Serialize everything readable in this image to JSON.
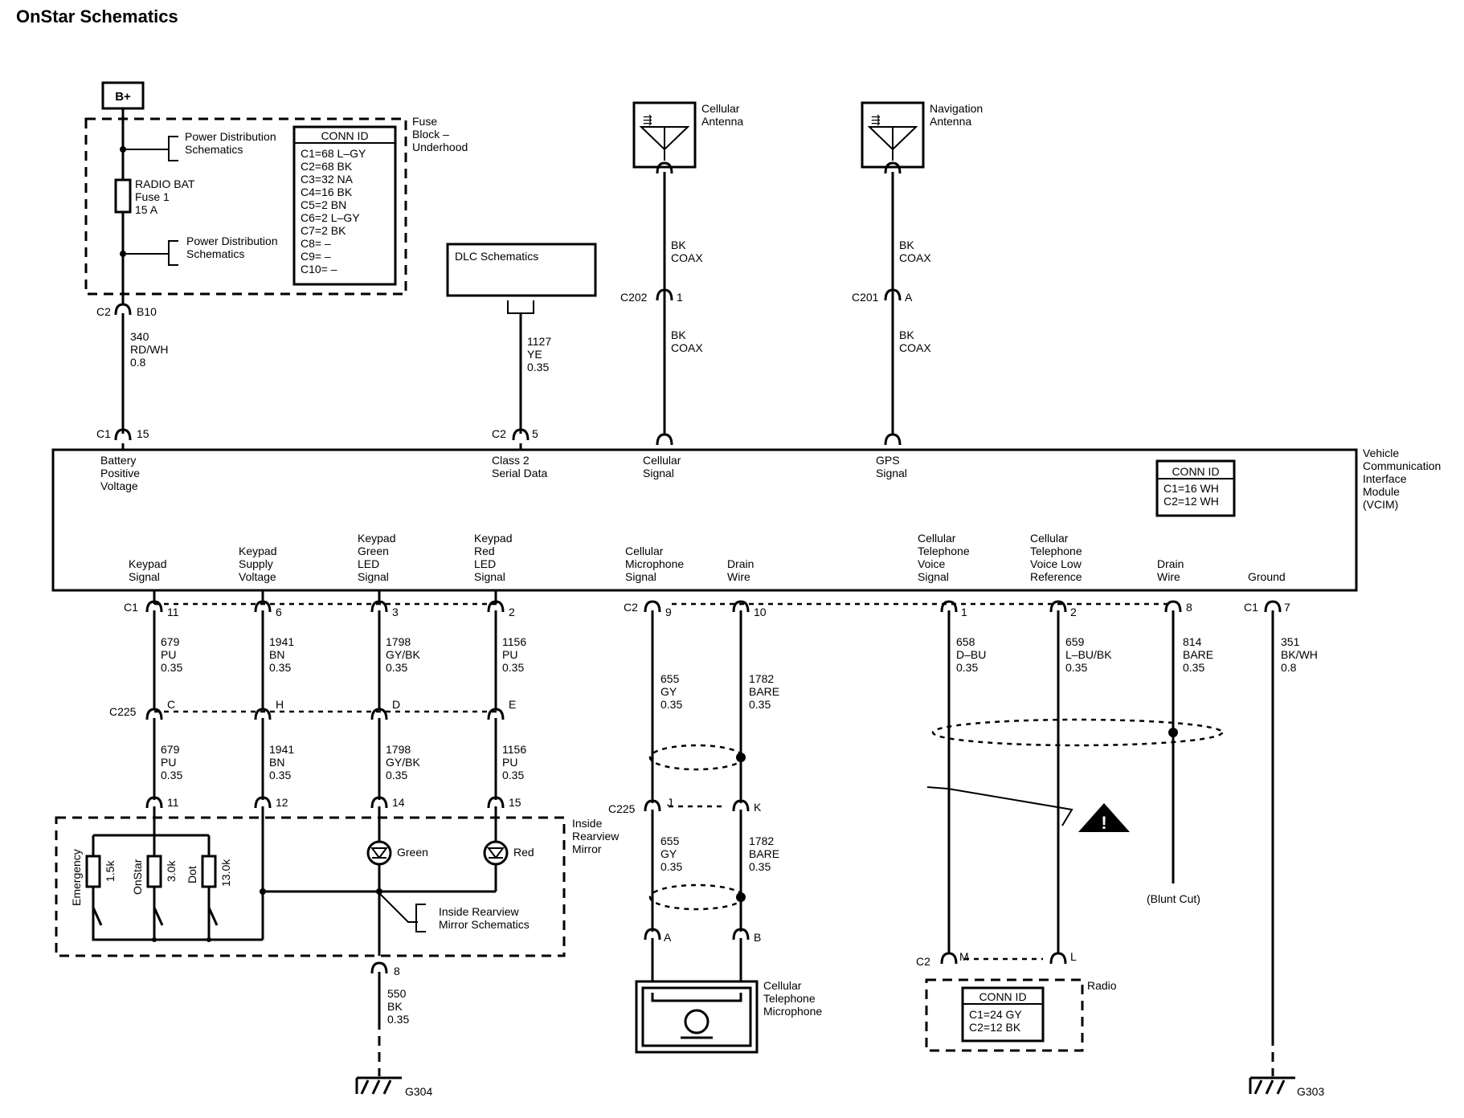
{
  "title": "OnStar Schematics",
  "power": {
    "bplus": "B+",
    "fuse_block": [
      "Fuse",
      "Block –",
      "Underhood"
    ],
    "power_dist_1": [
      "Power Distribution",
      "Schematics"
    ],
    "power_dist_2": [
      "Power Distribution",
      "Schematics"
    ],
    "fuse": [
      "RADIO BAT",
      "Fuse 1",
      "15 A"
    ],
    "conn_id_title": "CONN ID",
    "conn_id": [
      "C1=68 L–GY",
      "C2=68 BK",
      "C3=32 NA",
      "C4=16 BK",
      "C5=2 BN",
      "C6=2 L–GY",
      "C7=2 BK",
      "C8= –",
      "C9= –",
      "C10= –"
    ],
    "c2_conn": "C2",
    "c2_pin": "B10",
    "wire": [
      "340",
      "RD/WH",
      "0.8"
    ]
  },
  "dlc": {
    "label": "DLC Schematics",
    "wire": [
      "1127",
      "YE",
      "0.35"
    ]
  },
  "cell_antenna": {
    "label": [
      "Cellular",
      "Antenna"
    ],
    "wire_top": [
      "BK",
      "COAX"
    ],
    "conn": "C202",
    "pin": "1",
    "wire_bottom": [
      "BK",
      "COAX"
    ]
  },
  "nav_antenna": {
    "label": [
      "Navigation",
      "Antenna"
    ],
    "wire_top": [
      "BK",
      "COAX"
    ],
    "conn": "C201",
    "pin": "A",
    "wire_bottom": [
      "BK",
      "COAX"
    ]
  },
  "vcim": {
    "label": [
      "Vehicle",
      "Communication",
      "Interface",
      "Module",
      "(VCIM)"
    ],
    "conn_id_title": "CONN ID",
    "conn_id": [
      "C1=16 WH",
      "C2=12 WH"
    ],
    "top": {
      "c1": "C1",
      "c1_pin": "15",
      "c2": "C2",
      "c2_pin": "5",
      "battery": [
        "Battery",
        "Positive",
        "Voltage"
      ],
      "class2": [
        "Class 2",
        "Serial Data"
      ],
      "cellular": [
        "Cellular",
        "Signal"
      ],
      "gps": [
        "GPS",
        "Signal"
      ]
    },
    "bottom_labels": {
      "keypad_signal": [
        "Keypad",
        "Signal"
      ],
      "keypad_supply": [
        "Keypad",
        "Supply",
        "Voltage"
      ],
      "green_led": [
        "Keypad",
        "Green",
        "LED",
        "Signal"
      ],
      "red_led": [
        "Keypad",
        "Red",
        "LED",
        "Signal"
      ],
      "mic_signal": [
        "Cellular",
        "Microphone",
        "Signal"
      ],
      "drain1": [
        "Drain",
        "Wire"
      ],
      "voice": [
        "Cellular",
        "Telephone",
        "Voice",
        "Signal"
      ],
      "voice_low": [
        "Cellular",
        "Telephone",
        "Voice Low",
        "Reference"
      ],
      "drain2": [
        "Drain",
        "Wire"
      ],
      "ground": [
        "Ground"
      ]
    }
  },
  "keypad": {
    "c1": "C1",
    "pins": [
      "11",
      "6",
      "3",
      "2"
    ],
    "wires_top": [
      [
        "679",
        "PU",
        "0.35"
      ],
      [
        "1941",
        "BN",
        "0.35"
      ],
      [
        "1798",
        "GY/BK",
        "0.35"
      ],
      [
        "1156",
        "PU",
        "0.35"
      ]
    ],
    "c225": "C225",
    "c225_pins": [
      "C",
      "H",
      "D",
      "E"
    ],
    "wires_bottom": [
      [
        "679",
        "PU",
        "0.35"
      ],
      [
        "1941",
        "BN",
        "0.35"
      ],
      [
        "1798",
        "GY/BK",
        "0.35"
      ],
      [
        "1156",
        "PU",
        "0.35"
      ]
    ],
    "mirror_pins": [
      "11",
      "12",
      "14",
      "15"
    ]
  },
  "mirror": {
    "label": [
      "Inside",
      "Rearview",
      "Mirror"
    ],
    "buttons": [
      "Emergency",
      "OnStar",
      "Dot"
    ],
    "resistors": [
      "1.5k",
      "3.0k",
      "13.0k"
    ],
    "leds": [
      "Green",
      "Red"
    ],
    "schem": [
      "Inside Rearview",
      "Mirror Schematics"
    ],
    "ground_pin": "8",
    "ground_wire": [
      "550",
      "BK",
      "0.35"
    ],
    "ground": "G304"
  },
  "mic": {
    "c2": "C2",
    "pin_a": "9",
    "pin_b": "10",
    "wire_a1": [
      "655",
      "GY",
      "0.35"
    ],
    "wire_b1": [
      "1782",
      "BARE",
      "0.35"
    ],
    "c225": "C225",
    "c225_a": "J",
    "c225_b": "K",
    "wire_a2": [
      "655",
      "GY",
      "0.35"
    ],
    "wire_b2": [
      "1782",
      "BARE",
      "0.35"
    ],
    "end_a": "B",
    "end_b": "A",
    "label": [
      "Cellular",
      "Telephone",
      "Microphone"
    ]
  },
  "radio_side": {
    "pin1": "1",
    "pin2": "2",
    "pin8": "8",
    "c1": "C1",
    "pin7": "7",
    "wire1": [
      "658",
      "D–BU",
      "0.35"
    ],
    "wire2": [
      "659",
      "L–BU/BK",
      "0.35"
    ],
    "wire8": [
      "814",
      "BARE",
      "0.35"
    ],
    "wire7": [
      "351",
      "BK/WH",
      "0.8"
    ],
    "blunt": "(Blunt Cut)",
    "c2": "C2",
    "pin_m": "M",
    "pin_l": "L",
    "radio": "Radio",
    "conn_id_title": "CONN ID",
    "conn_id": [
      "C1=24 GY",
      "C2=12 BK"
    ],
    "ground": "G303"
  }
}
